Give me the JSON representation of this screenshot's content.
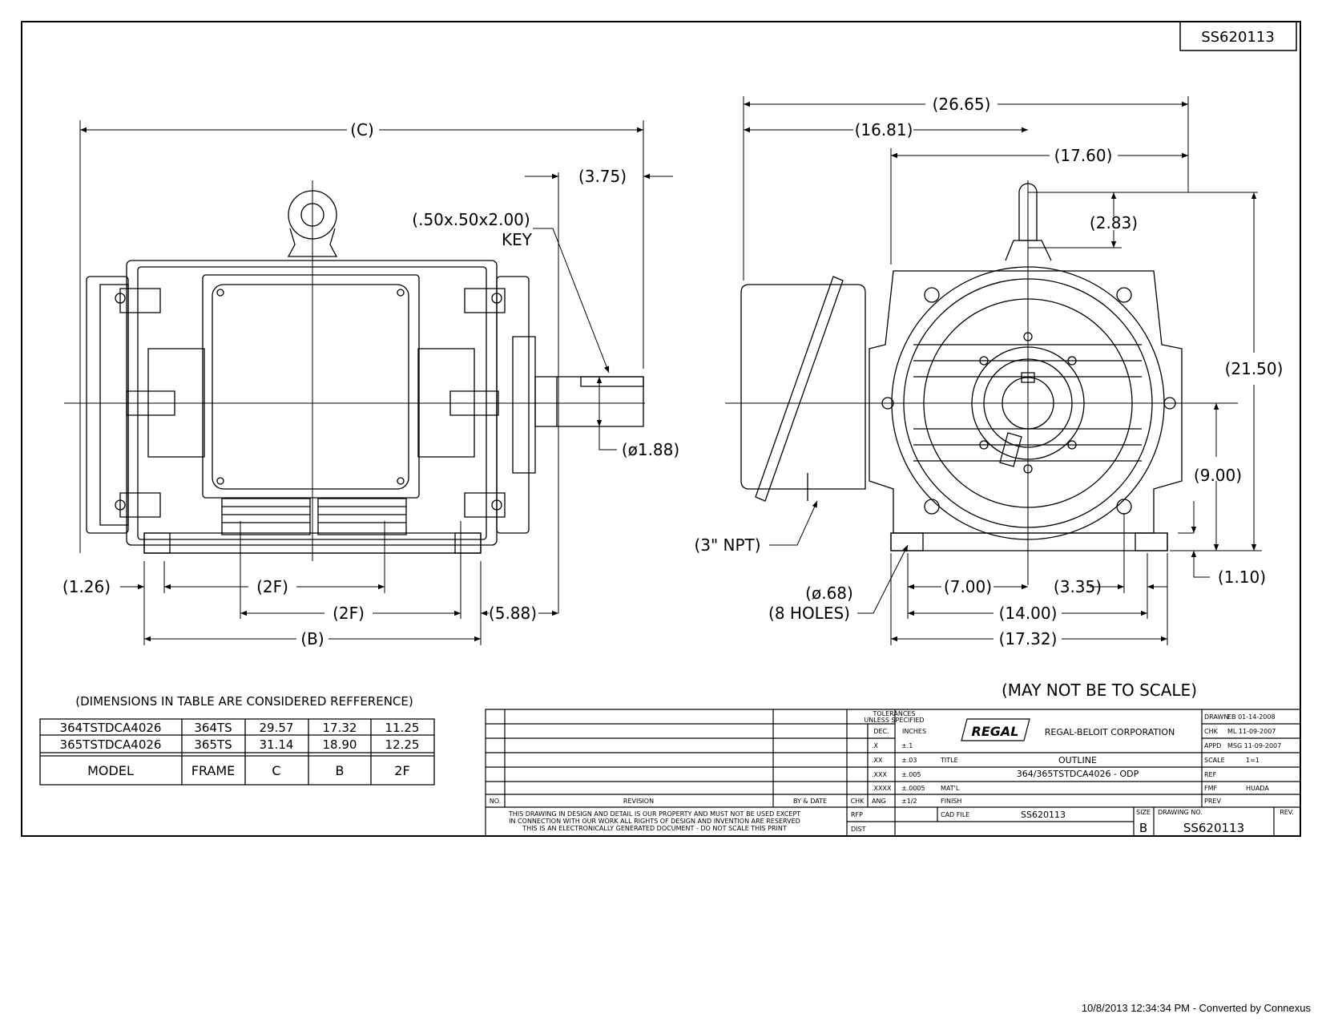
{
  "drawing_number_box": "SS620113",
  "scale_note": "(MAY NOT BE TO SCALE)",
  "side_view": {
    "dim_C": "(C)",
    "dim_3_75": "(3.75)",
    "key_size": "(.50x.50x2.00)",
    "key_label": "KEY",
    "dim_shaft": "(ø1.88)",
    "dim_1_26": "(1.26)",
    "dim_2F_upper": "(2F)",
    "dim_2F_lower": "(2F)",
    "dim_5_88": "(5.88)",
    "dim_B": "(B)"
  },
  "end_view": {
    "dim_26_65": "(26.65)",
    "dim_16_81": "(16.81)",
    "dim_17_60": "(17.60)",
    "dim_2_83": "(2.83)",
    "dim_21_50": "(21.50)",
    "dim_9_00": "(9.00)",
    "dim_1_10": "(1.10)",
    "conduit": "(3\" NPT)",
    "holes_dia": "(ø.68)",
    "holes_count": "(8 HOLES)",
    "dim_7_00": "(7.00)",
    "dim_3_35": "(3.35)",
    "dim_14_00": "(14.00)",
    "dim_17_32": "(17.32)"
  },
  "dimension_table": {
    "note": "(DIMENSIONS IN TABLE ARE CONSIDERED REFFERENCE)",
    "headers": [
      "MODEL",
      "FRAME",
      "C",
      "B",
      "2F"
    ],
    "rows": [
      [
        "364TSTDCA4026",
        "364TS",
        "29.57",
        "17.32",
        "11.25"
      ],
      [
        "365TSTDCA4026",
        "365TS",
        "31.14",
        "18.90",
        "12.25"
      ]
    ]
  },
  "title_block": {
    "tolerances_head": "TOLERANCES",
    "unless_specified": "UNLESS SPECIFIED",
    "dec": "DEC.",
    "inches": "INCHES",
    "tol_rows": [
      [
        ".X",
        "±.1"
      ],
      [
        ".XX",
        "±.03"
      ],
      [
        ".XXX",
        "±.005"
      ],
      [
        ".XXXX",
        "±.0005"
      ],
      [
        "ANG",
        "±1/2"
      ]
    ],
    "logo": "REGAL",
    "company": "REGAL-BELOIT CORPORATION",
    "drawn_label": "DRAWN",
    "drawn_value": "EB 01-14-2008",
    "chk_label": "CHK",
    "chk_value": "ML 11-09-2007",
    "appd_label": "APPD",
    "appd_value": "MSG 11-09-2007",
    "scale_label": "SCALE",
    "scale_value": "1=1",
    "ref_label": "REF",
    "fmf_label": "FMF",
    "fmf_value": "HUADA",
    "prev_label": "PREV",
    "title_label": "TITLE",
    "title_line1": "OUTLINE",
    "title_line2": "364/365TSTDCA4026 - ODP",
    "matl_label": "MAT'L",
    "finish_label": "FINISH",
    "cad_file_label": "CAD FILE",
    "cad_file_value": "SS620113",
    "rfp_label": "RFP",
    "dist_label": "DIST",
    "size_label": "SIZE",
    "size_value": "B",
    "drawing_no_label": "DRAWING NO.",
    "drawing_no_value": "SS620113",
    "rev_label": "REV.",
    "no_label": "NO.",
    "revision_label": "REVISION",
    "by_date_label": "BY & DATE",
    "chk_col_label": "CHK",
    "notice_1": "THIS DRAWING IN DESIGN AND DETAIL IS OUR PROPERTY AND MUST NOT BE USED EXCEPT",
    "notice_2": "IN CONNECTION WITH OUR WORK ALL RIGHTS OF DESIGN AND INVENTION ARE RESERVED",
    "notice_3": "THIS IS AN ELECTRONICALLY GENERATED DOCUMENT - DO NOT SCALE THIS PRINT"
  },
  "footer": "10/8/2013 12:34:34 PM - Converted by Connexus"
}
